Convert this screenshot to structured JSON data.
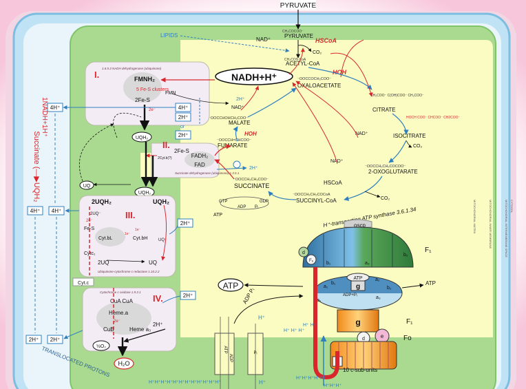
{
  "labels": {
    "pyruvate_top": "PYRUVATE",
    "lipids": "LIPIDS",
    "nad_plus": "NAD⁺",
    "pyruvate": "PYRUVATE",
    "hscoa_top": "HSCoA",
    "co2_1": "CO₂",
    "acetyl_coa": "ACETYL-CoA",
    "hoh_top": "HOH",
    "oxaloacetate": "OXALOACETATE",
    "oxaloacetate_formula": "⁻OOCCOCH₂COO⁻",
    "citrate_formula": "CH₂COO⁻ C(OH)COO⁻ CH₂COO⁻",
    "citrate": "CITRATE",
    "isocitrate_formula": "HOCH COO⁻ CHCOO⁻ CH2COO⁻",
    "isocitrate": "ISOCITRATE",
    "nad_isocitrate": "NAD⁺",
    "co2_2": "CO₂",
    "nad_oxoglutarate": "NAD⁺",
    "oxoglutarate_formula": "⁻OOCCH₂CH₂COCOO⁻",
    "oxoglutarate": "2-OXOGLUTARATE",
    "hscoa_mid": "HSCoA",
    "succinyl_coa_formula": "⁻OOCCH₂CH₂COCoA",
    "succinyl_coa": "SUCCINYL-CoA",
    "co2_3": "CO₂",
    "succinate_formula": "⁻OOCCH₂CH₂COO⁻",
    "succinate": "SUCCINATE",
    "fumarate_formula": "⁻OOCCH=CHCOO⁻",
    "fumarate": "FUMARATE",
    "malate_formula": "⁻OOCCHOHCH₂COO⁻",
    "malate": "MALATE",
    "hoh_mid": "HOH",
    "nad_malate": "NAD⁺",
    "two_h_plus": "2H⁺",
    "gtp": "GTP",
    "gdp": "GDP",
    "pi": "Pᵢ",
    "adp": "ADP",
    "atp_small": "ATP",
    "nadh_main": "NADH+H⁺",
    "complex_i_title": "1.6.5.3 NADH dehydrogenase (ubiquinone)",
    "complex_i_numeral": "I.",
    "fmnh2": "FMNH₂",
    "fes_clusters": "5 Fe-S clusters",
    "fmn": "FMN",
    "two_fes_i": "2Fe-S",
    "two_e": "2e⁻",
    "four_h_plus": "4H⁺",
    "two_h_plus_b1": "2H⁺",
    "or": "or",
    "two_h_plus_b2": "2H⁺",
    "uqh2_mid": "UQH₂",
    "complex_ii_numeral": "II.",
    "two_fes_ii": "2Fe-S",
    "cyt_b": "2Cyt.b(?)",
    "fadh2": "FADH₂",
    "fad": "FAD",
    "complex_ii_title": "Succinate dehydrogenase (ubiquinone) 1.3.5.1",
    "two_h_plus_ii": "2H⁺",
    "uq_left": "UQ",
    "uqh2_iii": "UQH₂",
    "complex_iii_numeral": "III.",
    "two_uqh2": "2UQH₂",
    "uq_minus": "2UQ⁻",
    "one_e_a": "1e⁻",
    "one_e_b": "1e⁻",
    "fes_iii": "Fe-S",
    "cyt_bl": "Cyt.bL",
    "cyt_bh": "Cyt.bH",
    "uqh2_inner": "UQH₂",
    "uq_minus_inner": "UQ⁻",
    "cytc1": "Cytc₁",
    "two_uq": "2UQ",
    "uq_inner": "UQ",
    "complex_iii_title": "Ubiquinone-cytochrome c reductase 1.10.2.2",
    "cyt_c": "Cyt.c",
    "complex_iv_title": "Cytochrome c oxidase 1.9.3.1",
    "complex_iv_numeral": "IV.",
    "cua": "CuA CuA",
    "heme_a": "Heme.a",
    "cub": "CuB",
    "heme_a3": "Heme a₃",
    "two_h_plus_iv_in": "2H⁺",
    "two_h_plus_iv_top": "2H⁺",
    "half_o2": "½O₂",
    "h2o": "H₂O",
    "four_h_plus_left1": "4H⁺",
    "four_h_plus_left2": "4H⁺",
    "two_h_plus_left1": "2H⁺",
    "two_h_plus_left2": "2H⁺",
    "two_h_plus_iii": "2H⁺",
    "side_nadh": "1NADH+1H⁺",
    "side_succinate": "Succinate (—▶UQH₂",
    "translocated": "TRANSLOCATED PROTONS",
    "atp_synthase_title": "H⁺-transporting ATP synthase 3.6.1.34",
    "oscp": "oscp",
    "f1_top": "F₁",
    "f1_bottom": "F₁",
    "fo": "Fo",
    "sub_d": "d",
    "sub_f6": "F₆",
    "sub_b1_l": "b₁",
    "sub_b1_r": "b₁",
    "sub_a3_top": "a₃",
    "sub_b2": "b₂",
    "sub_a1": "a₁",
    "sub_b1_mid": "b₁",
    "sub_a2": "a₂",
    "sub_a3_mid": "a₃",
    "sub_b2_mid": "b₂",
    "sub_atp_mid": "ATP",
    "sub_adp_pi": "ADP+Pᵢ",
    "sub_g": "g",
    "sub_g_lower": "g",
    "sub_d_lower": "d",
    "sub_e": "e",
    "sub_a": "a",
    "c_subunits": "10 c-sub-units",
    "atp_big": "ATP",
    "atp_right": "ATP",
    "adp_pi": "ADP  Pᵢ",
    "h_plus_1": "H⁺",
    "h_plus_cluster1": "H⁺ H⁺",
    "h_plus_cluster2": "H⁺ H⁺ H⁺",
    "h_plus_bottom": "H⁺",
    "h_plus_row": "H⁺H⁺H⁺H⁺H⁺H⁺H⁺H⁺H⁺H⁺H⁺H⁺",
    "h_plus_row2": "H⁺H⁺H⁺H⁺H⁺",
    "h_plus_row3": "H⁺H⁺H⁺",
    "atp_transport": "ATP",
    "adp_transport": "ADP",
    "p_transport": "Pᵢ",
    "side_label_1": "CYTOSOL",
    "side_label_2": "MITOCHONDRIAL INTERMEMBRANE SPACE",
    "side_label_3": "MITOCHONDRIAL MATRIX",
    "side_label_4": "MITOCHONDRIAL INNER MEMBRANE"
  },
  "colors": {
    "pink_bg": "#fbe3ee",
    "outer_membrane": "#8fc7e8",
    "intermembrane": "#e8f4fb",
    "inner_membrane": "#a5d98c",
    "matrix": "#fafcc0",
    "complex_bg": "#f6eef6",
    "red_arrow": "#d8262c",
    "blue_arrow": "#2f7fbf",
    "black": "#111111"
  }
}
